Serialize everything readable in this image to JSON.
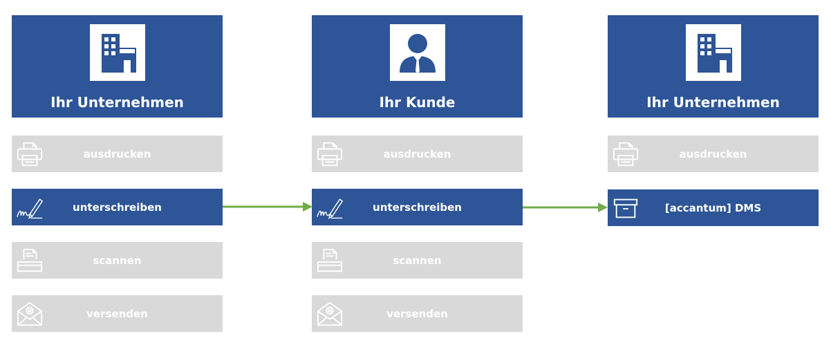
{
  "colors": {
    "accent": "#2d5597",
    "inactive": "#d9d9d9",
    "arrow": "#70ad47"
  },
  "columns": [
    {
      "title": "Ihr Unternehmen",
      "header_icon": "building-icon",
      "steps": [
        {
          "label": "ausdrucken",
          "icon": "printer-icon",
          "active": false
        },
        {
          "label": "unterschreiben",
          "icon": "signature-pen-icon",
          "active": true
        },
        {
          "label": "scannen",
          "icon": "scanner-icon",
          "active": false
        },
        {
          "label": "versenden",
          "icon": "email-envelope-icon",
          "active": false
        }
      ]
    },
    {
      "title": "Ihr Kunde",
      "header_icon": "person-icon",
      "steps": [
        {
          "label": "ausdrucken",
          "icon": "printer-icon",
          "active": false
        },
        {
          "label": "unterschreiben",
          "icon": "signature-pen-icon",
          "active": true
        },
        {
          "label": "scannen",
          "icon": "scanner-icon",
          "active": false
        },
        {
          "label": "versenden",
          "icon": "email-envelope-icon",
          "active": false
        }
      ]
    },
    {
      "title": "Ihr Unternehmen",
      "header_icon": "building-icon",
      "steps": [
        {
          "label": "ausdrucken",
          "icon": "printer-icon",
          "active": false
        },
        {
          "label": "[accantum] DMS",
          "icon": "archive-box-icon",
          "active": true
        }
      ]
    }
  ]
}
